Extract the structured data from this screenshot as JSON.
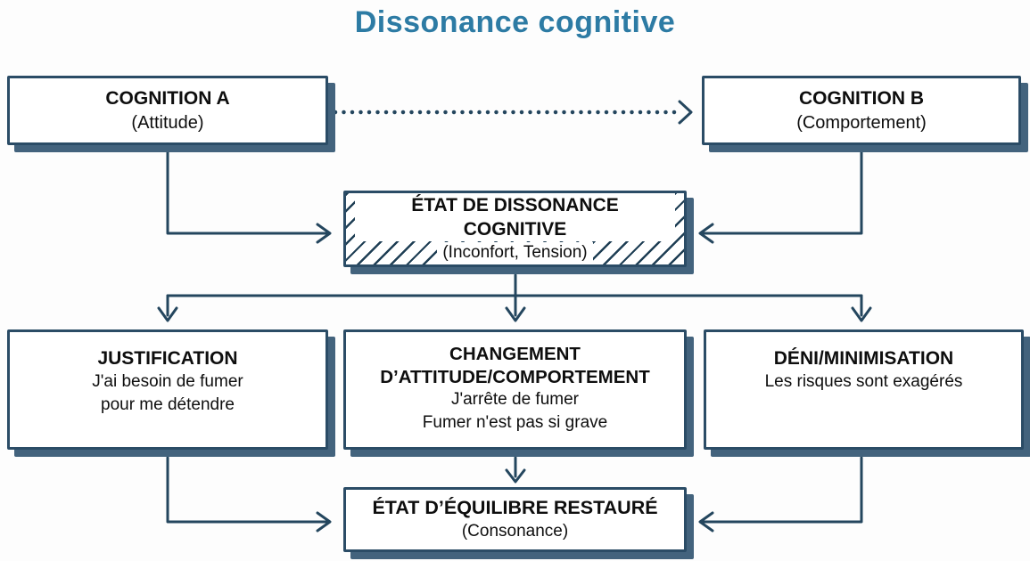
{
  "title": "Dissonance cognitive",
  "colors": {
    "accent_title": "#2d7ba4",
    "line": "#24465e",
    "border": "#2b4c66",
    "shadow": "#43637d",
    "hatch": "#1e3e54",
    "text": "#0e0e0e",
    "box_bg": "#ffffff",
    "bg": "#fdfdfd"
  },
  "boxes": {
    "cognition_a": {
      "title": "COGNITION A",
      "subtitle": "(Attitude)"
    },
    "cognition_b": {
      "title": "COGNITION B",
      "subtitle": "(Comportement)"
    },
    "dissonance": {
      "title": "ÉTAT DE DISSONANCE COGNITIVE",
      "subtitle": "(Inconfort, Tension)"
    },
    "justification": {
      "title": "JUSTIFICATION",
      "lines": [
        "J'ai besoin de fumer",
        "pour me détendre"
      ]
    },
    "changement": {
      "title_line1": "CHANGEMENT",
      "title_line2": "D’ATTITUDE/COMPORTEMENT",
      "lines": [
        "J'arrête de fumer",
        "Fumer n'est pas si grave"
      ]
    },
    "deni": {
      "title": "DÉNI/MINIMISATION",
      "lines": [
        "Les risques sont exagérés"
      ]
    },
    "equilibre": {
      "title": "ÉTAT D’ÉQUILIBRE RESTAURÉ",
      "subtitle": "(Consonance)"
    }
  }
}
